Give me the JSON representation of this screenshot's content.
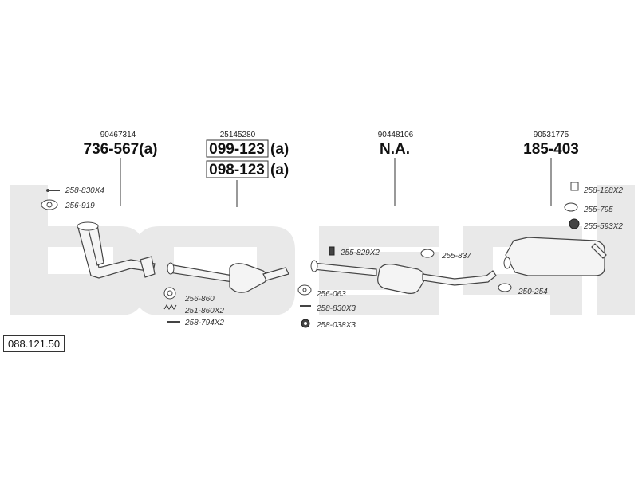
{
  "diagram_code": "088.121.50",
  "assemblies": [
    {
      "ref": "90467314",
      "parts": [
        {
          "code": "736-567",
          "suffix": "(a)",
          "boxed": false
        }
      ]
    },
    {
      "ref": "25145280",
      "parts": [
        {
          "code": "099-123",
          "suffix": "(a)",
          "boxed": true
        },
        {
          "code": "098-123",
          "suffix": "(a)",
          "boxed": true
        }
      ]
    },
    {
      "ref": "90448106",
      "parts": [
        {
          "code": "N.A.",
          "suffix": "",
          "boxed": false
        }
      ]
    },
    {
      "ref": "90531775",
      "parts": [
        {
          "code": "185-403",
          "suffix": "",
          "boxed": false
        }
      ]
    }
  ],
  "fittings": [
    {
      "label": "258-830X4",
      "icon": "bolt-icon"
    },
    {
      "label": "256-919",
      "icon": "flange-gasket-icon"
    },
    {
      "label": "256-860",
      "icon": "ring-gasket-icon"
    },
    {
      "label": "251-860X2",
      "icon": "spring-icon"
    },
    {
      "label": "258-794X2",
      "icon": "bolt-icon"
    },
    {
      "label": "255-829X2",
      "icon": "rubber-hanger-icon"
    },
    {
      "label": "255-837",
      "icon": "rubber-hanger-icon"
    },
    {
      "label": "256-063",
      "icon": "flange-gasket-icon"
    },
    {
      "label": "258-830X3",
      "icon": "bolt-icon"
    },
    {
      "label": "258-038X3",
      "icon": "nut-icon"
    },
    {
      "label": "258-128X2",
      "icon": "bracket-icon"
    },
    {
      "label": "255-795",
      "icon": "rubber-hanger-icon"
    },
    {
      "label": "255-593X2",
      "icon": "rubber-ring-icon"
    },
    {
      "label": "250-254",
      "icon": "clamp-icon"
    }
  ],
  "watermark": "bosal-logo-icon"
}
